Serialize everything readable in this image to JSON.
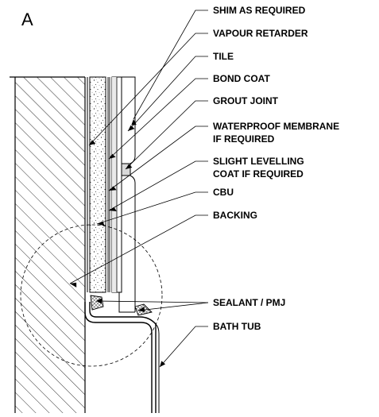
{
  "figure": {
    "letter": "A"
  },
  "labels": [
    {
      "id": "shim",
      "lines": [
        "SHIM AS REQUIRED"
      ]
    },
    {
      "id": "vapour-retarder",
      "lines": [
        "VAPOUR RETARDER"
      ]
    },
    {
      "id": "tile",
      "lines": [
        "TILE"
      ]
    },
    {
      "id": "bond-coat",
      "lines": [
        "BOND COAT"
      ]
    },
    {
      "id": "grout-joint",
      "lines": [
        "GROUT JOINT"
      ]
    },
    {
      "id": "waterproof-membrane",
      "lines": [
        "WATERPROOF MEMBRANE",
        "IF REQUIRED"
      ]
    },
    {
      "id": "levelling-coat",
      "lines": [
        "SLIGHT LEVELLING",
        "COAT IF REQUIRED"
      ]
    },
    {
      "id": "cbu",
      "lines": [
        "CBU"
      ]
    },
    {
      "id": "backing",
      "lines": [
        "BACKING"
      ]
    },
    {
      "id": "sealant",
      "lines": [
        "SEALANT / PMJ"
      ]
    },
    {
      "id": "bath-tub",
      "lines": [
        "BATH TUB"
      ]
    }
  ],
  "colors": {
    "line": "#000000",
    "background": "#ffffff"
  }
}
